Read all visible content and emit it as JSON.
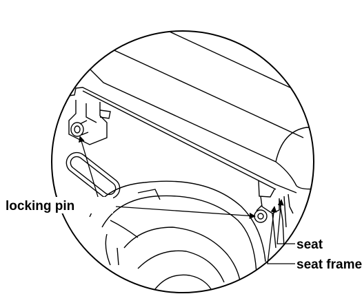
{
  "labels": {
    "locking_pin": "locking pin",
    "seat": "seat",
    "seat_frame": "seat frame"
  },
  "colors": {
    "line": "#000000",
    "background": "#ffffff"
  }
}
